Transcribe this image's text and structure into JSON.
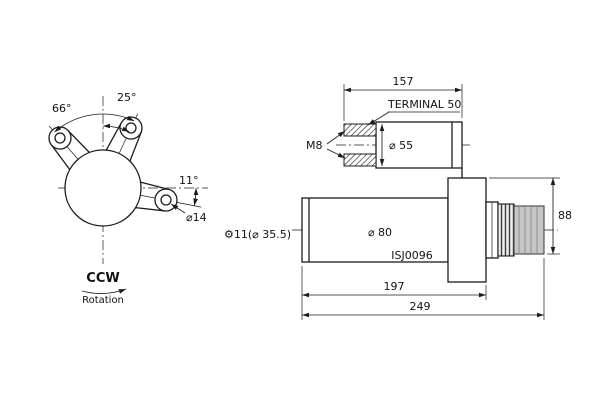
{
  "colors": {
    "ink": "#1c1c1c",
    "background": "#ffffff",
    "gear_fill": "#c6c6c6"
  },
  "front_view": {
    "angle_left": "66°",
    "angle_top": "25°",
    "angle_right": "11°",
    "bolt_hole_diameter": "⌀14",
    "rotation_direction": "CCW",
    "rotation_label": "Rotation"
  },
  "side_view": {
    "solenoid_length": "157",
    "terminal_label": "TERMINAL 50",
    "stud_thread": "M8",
    "solenoid_diameter": "⌀ 55",
    "body_diameter": "⌀ 80",
    "pinion_spec": "⚙11(⌀ 35.5)",
    "model_number": "ISJ0096",
    "body_length": "197",
    "overall_length": "249",
    "flange_height": "88"
  }
}
